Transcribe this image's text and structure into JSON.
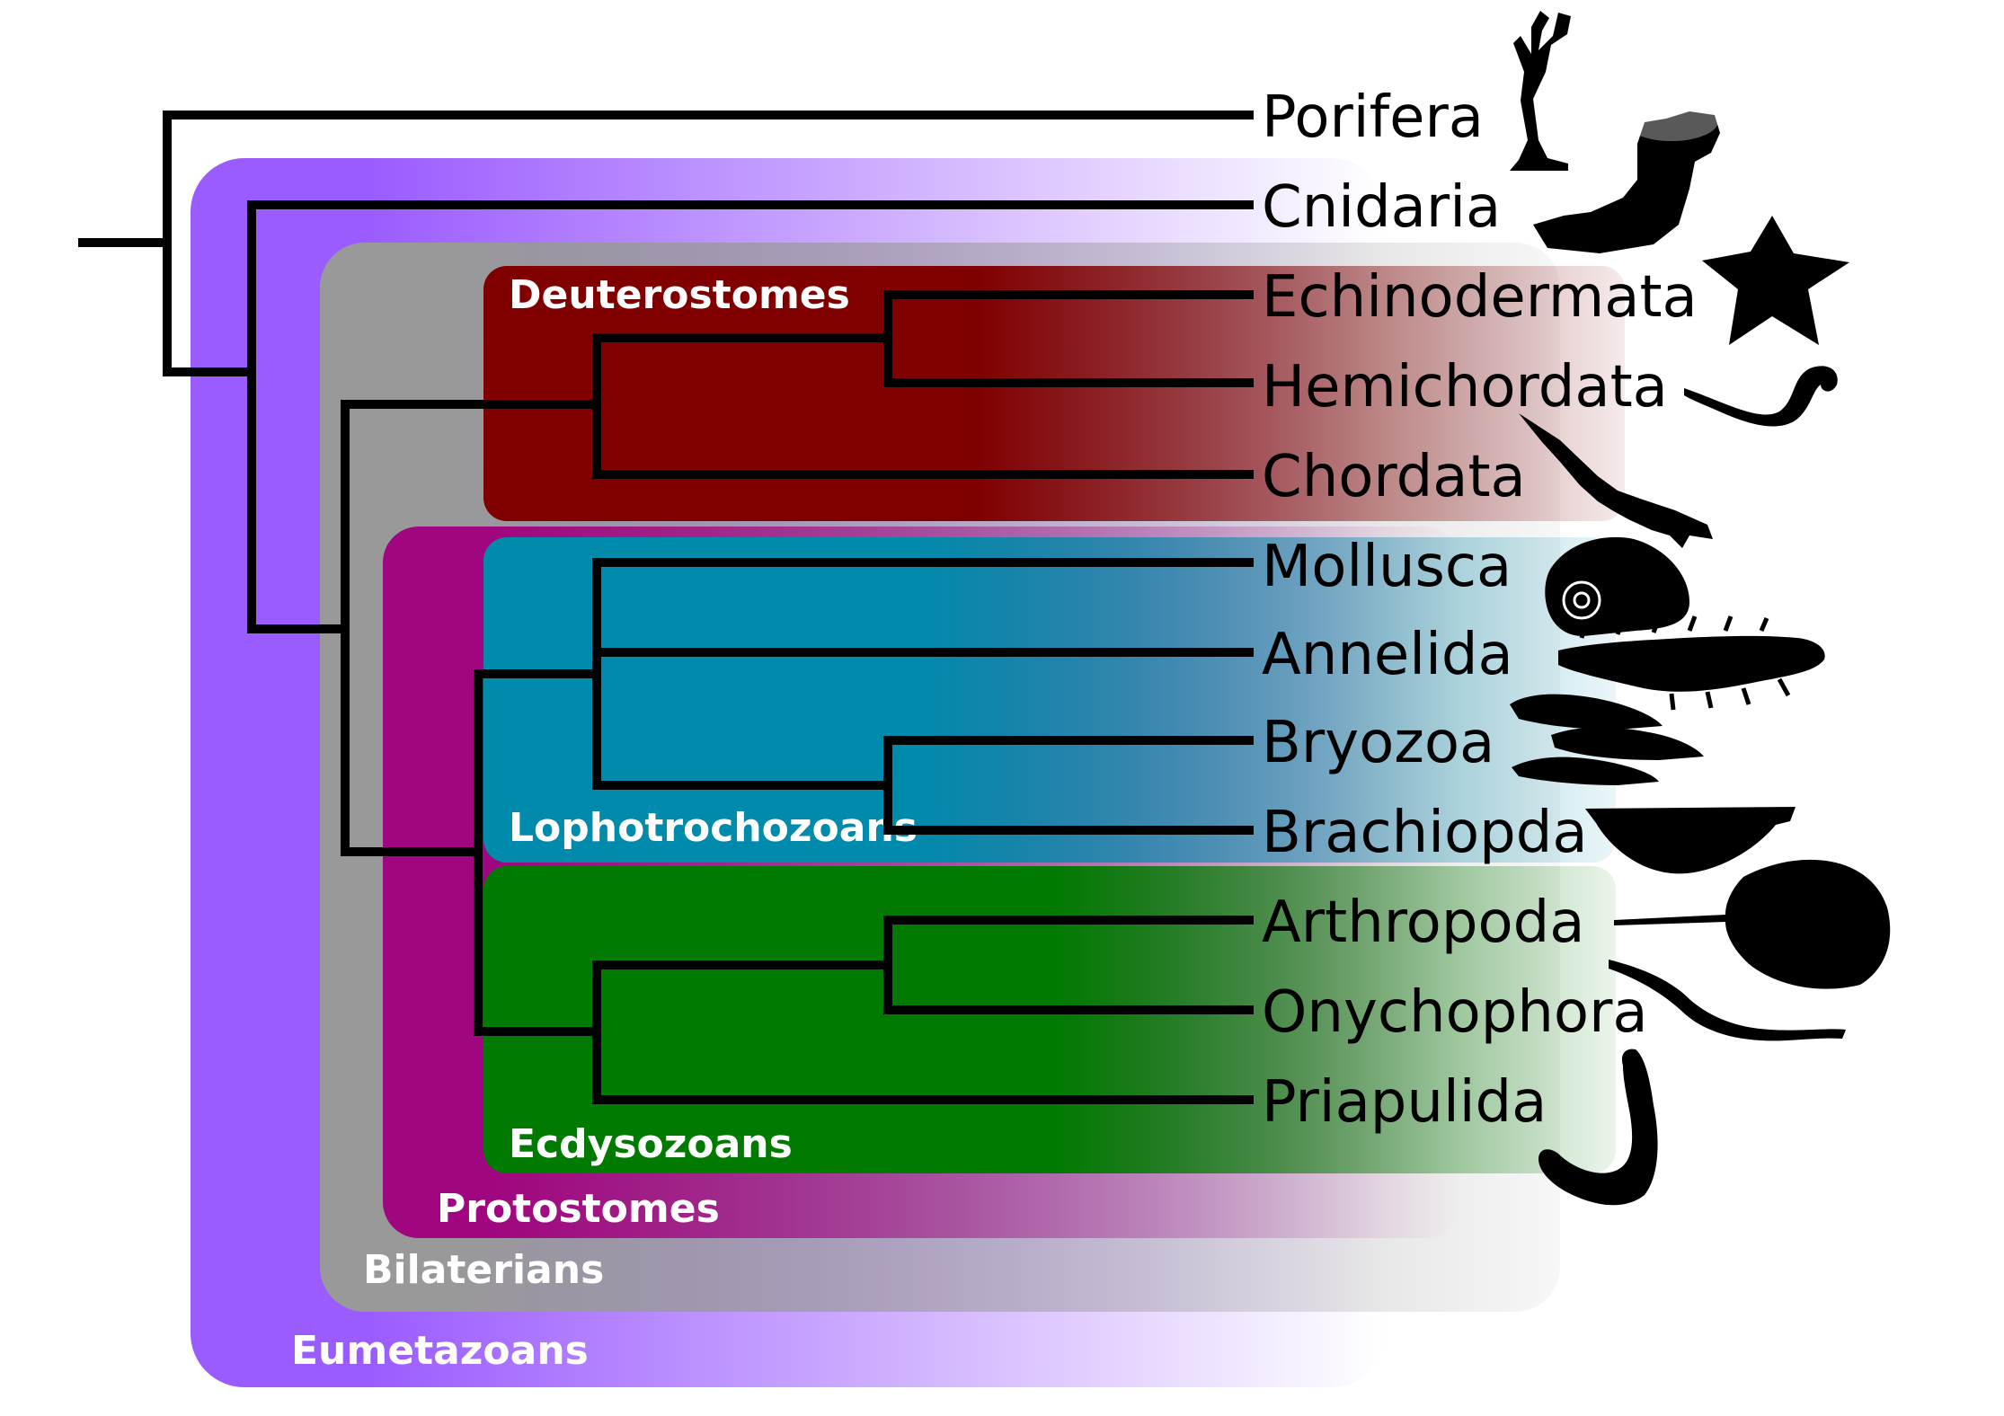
{
  "clades": {
    "eumetazoans": "Eumetazoans",
    "bilaterians": "Bilaterians",
    "protostomes": "Protostomes",
    "deuterostomes": "Deuterostomes",
    "lophotrochozoans": "Lophotrochozoans",
    "ecdysozoans": "Ecdysozoans"
  },
  "taxa": {
    "porifera": "Porifera",
    "cnidaria": "Cnidaria",
    "echinodermata": "Echinodermata",
    "hemichordata": "Hemichordata",
    "chordata": "Chordata",
    "mollusca": "Mollusca",
    "annelida": "Annelida",
    "bryozoa": "Bryozoa",
    "brachiopda": "Brachiopda",
    "arthropoda": "Arthropoda",
    "onychophora": "Onychophora",
    "priapulida": "Priapulida"
  },
  "colors": {
    "eumetazoans": "#9b5cff",
    "bilaterians": "#999999",
    "protostomes": "#a0067f",
    "deuterostomes": "#800000",
    "lophotrochozoans": "#008aab",
    "ecdysozoans": "#007a00"
  },
  "icons": [
    "sponge-icon",
    "coral-icon",
    "starfish-icon",
    "acorn-worm-icon",
    "eagle-icon",
    "snail-shell-icon",
    "polychaete-worm-icon",
    "bryozoan-icon",
    "brachiopod-icon",
    "horseshoe-crab-icon",
    "velvet-worm-icon",
    "priapulid-worm-icon"
  ]
}
